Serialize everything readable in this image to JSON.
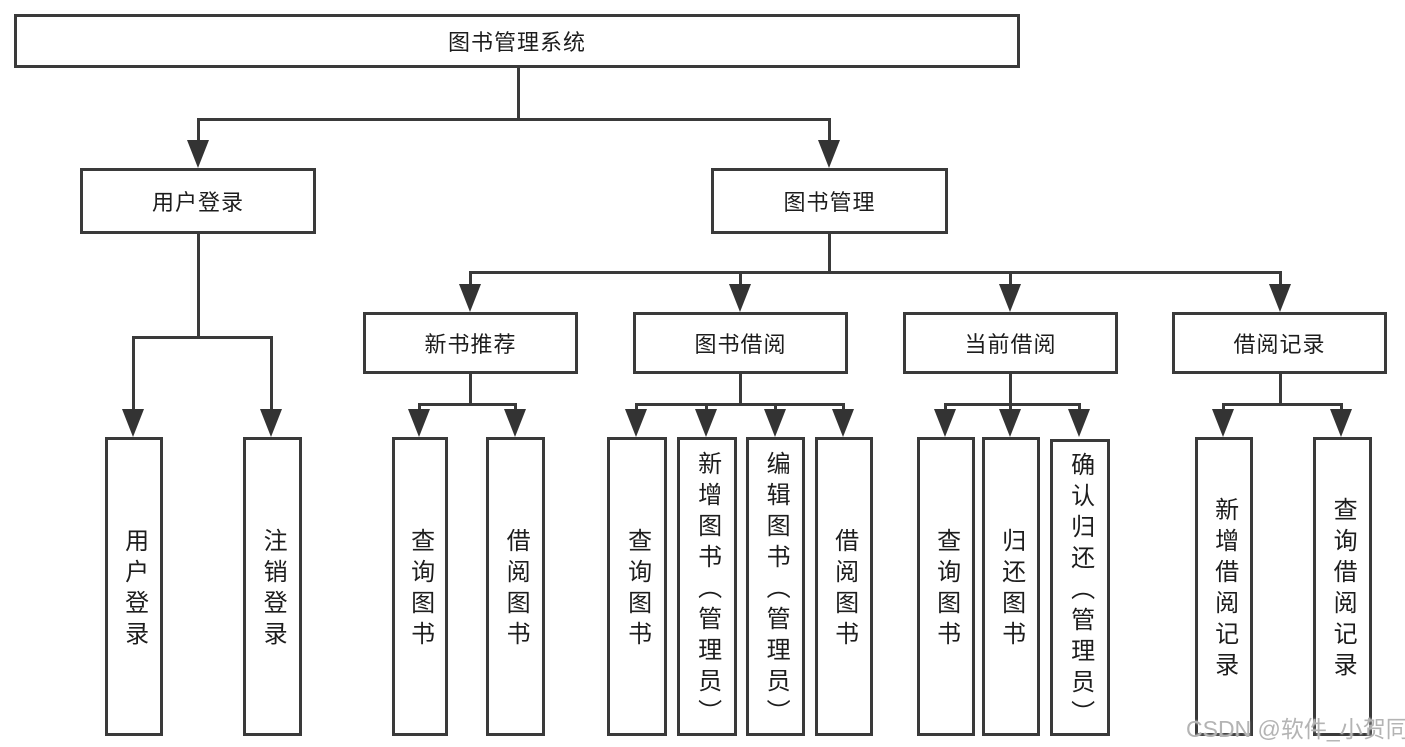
{
  "diagram": {
    "line_color": "#3a3a3a",
    "nodes": {
      "root": "图书管理系统",
      "user_login": "用户登录",
      "book_mgmt": "图书管理",
      "new_book_rec": "新书推荐",
      "book_borrow": "图书借阅",
      "current_borrow": "当前借阅",
      "borrow_records": "借阅记录",
      "leaf_user_login": "用户登录",
      "leaf_logout": "注销登录",
      "rec_query_books": "查询图书",
      "rec_borrow_books": "借阅图书",
      "bb_query_books": "查询图书",
      "bb_add_books": "新增图书（管理员）",
      "bb_edit_books": "编辑图书（管理员）",
      "bb_borrow_books": "借阅图书",
      "cb_query_books": "查询图书",
      "cb_return_books": "归还图书",
      "cb_confirm_return": "确认归还（管理员）",
      "br_add_record": "新增借阅记录",
      "br_query_record": "查询借阅记录"
    },
    "watermark": "CSDN @软件_小贺同学"
  }
}
